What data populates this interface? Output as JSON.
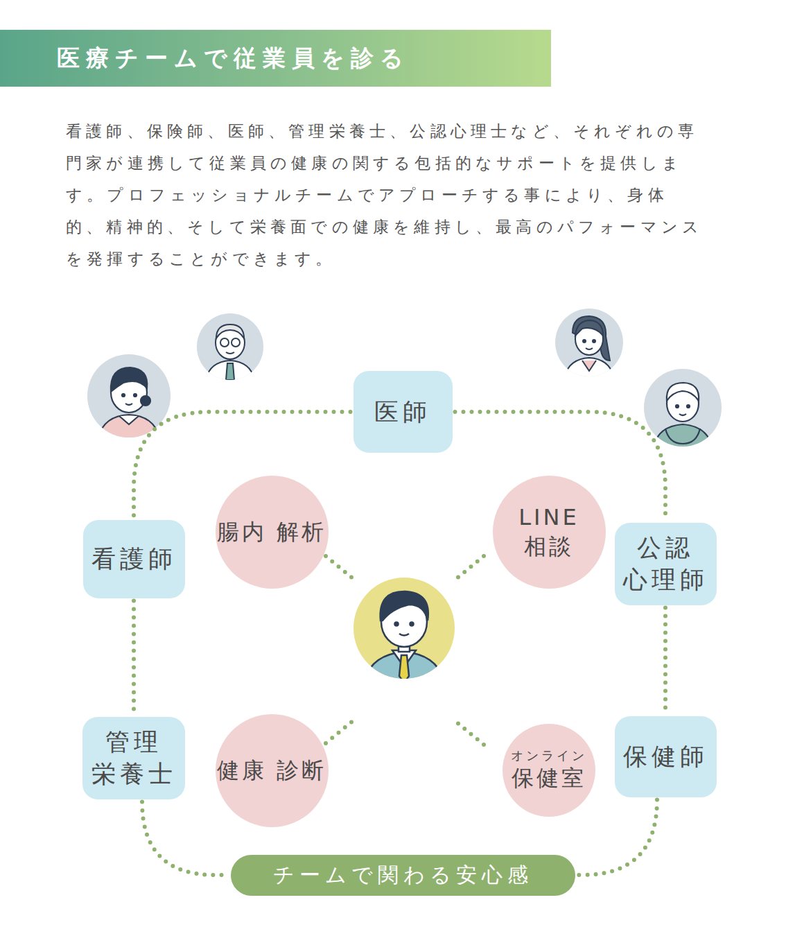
{
  "diagram": {
    "title": "医療チームで従業員を診る",
    "nodes": [
      {
        "text": [
          "医師"
        ]
      },
      {
        "text": [
          "看護師"
        ]
      },
      {
        "text": [
          "公認 心理師"
        ]
      },
      {
        "text": [
          "腸内 解析"
        ]
      },
      {
        "text": [
          "LINE 相談"
        ]
      },
      {
        "text": [
          "管理 栄養士"
        ]
      },
      {
        "text": [
          "健康 診断"
        ]
      },
      {
        "text": [
          "オンライン",
          "保健室"
        ]
      },
      {
        "text": [
          "保健師"
        ]
      },
      {
        "text": [
          "チームで関わる安心感"
        ]
      }
    ],
    "edges": [
      {
        "from": 0,
        "to": 1,
        "arrow": "none"
      },
      {
        "from": 0,
        "to": 2,
        "arrow": "none"
      },
      {
        "from": 1,
        "to": 5,
        "arrow": "none"
      },
      {
        "from": 2,
        "to": 8,
        "arrow": "none"
      },
      {
        "from": 5,
        "to": 9,
        "arrow": "none"
      },
      {
        "from": 8,
        "to": 9,
        "arrow": "none"
      }
    ],
    "labels": [
      "看護師、保険師、医師、管理栄養士、公認心理士など、それぞれの専門家が連携して従業員の健康の関する包括的なサポートを提供します。プロフェッショナルチームでアプローチする事により、身体的、精神的、そして栄養面での健康を維持し、最高のパフォーマンスを発揮することができます。"
    ]
  }
}
